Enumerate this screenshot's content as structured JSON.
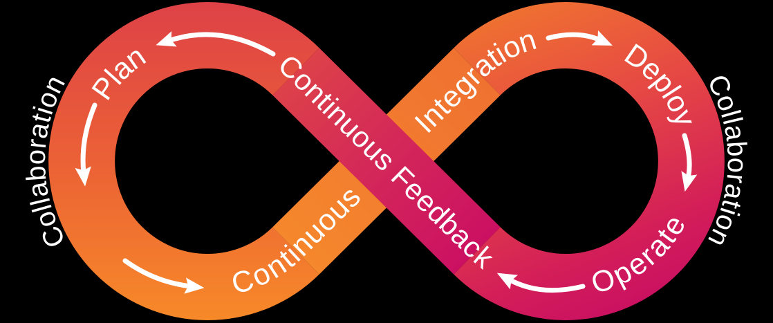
{
  "diagram": {
    "name": "devops-infinity-loop",
    "outer_labels": {
      "left": "Collaboration",
      "right": "Collaboration"
    },
    "stages": {
      "plan": "Plan",
      "continuous": "Continuous",
      "integration": "Integration",
      "deploy": "Deploy",
      "operate": "Operate",
      "continuous_feedback": "Continuous Feedback"
    },
    "flow_arrows": [
      "top-left",
      "left-down",
      "bottom-left",
      "top-right",
      "right-down",
      "bottom-right"
    ],
    "colors": {
      "background": "#000000",
      "text": "#ffffff",
      "left_top_red": "#de4147",
      "left_mid_orange": "#eb6136",
      "left_bottom_orange": "#f78a28",
      "band_orange_start": "#f5872c",
      "band_orange_end": "#ef7231",
      "right_top_orange": "#f0772e",
      "right_red": "#e64943",
      "right_crimson": "#d21d59",
      "right_bottom_magenta": "#c90f63",
      "band_pink_start": "#dd4149",
      "band_pink_mid": "#d42958",
      "band_pink_end": "#cb1062"
    }
  }
}
